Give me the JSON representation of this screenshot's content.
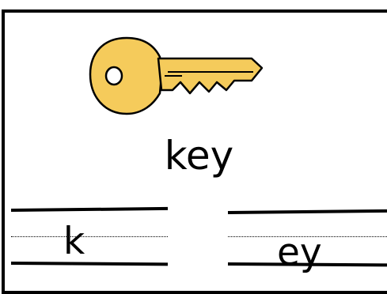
{
  "illustration": {
    "icon": "key-icon",
    "key_fill": "#f5cb5b",
    "outline": "#000000"
  },
  "word": "key",
  "writing_lines": {
    "left_text": "k",
    "right_text": "ey"
  }
}
